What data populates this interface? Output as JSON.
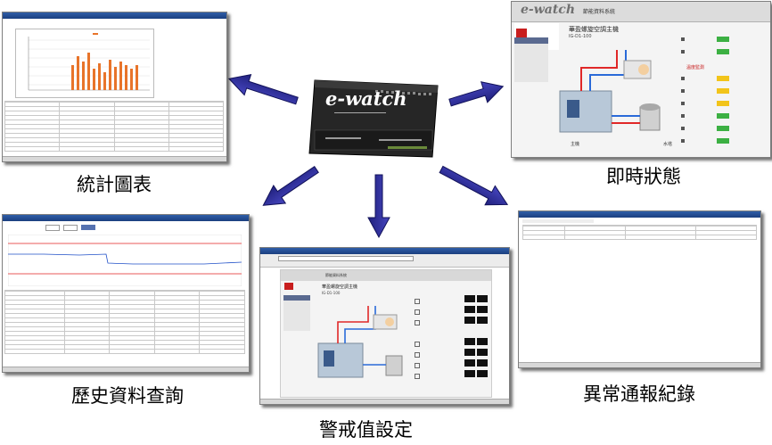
{
  "labels": {
    "stats": "統計圖表",
    "realtime": "即時狀態",
    "history": "歷史資料查詢",
    "alarm_log": "異常通報紀錄",
    "thresholds": "警戒值設定"
  },
  "device": {
    "logo": "e-watch"
  },
  "realtime_panel": {
    "header_logo": "e-watch",
    "header_title": "節能資料系統",
    "device_name": "華盈螺旋空調主機",
    "device_model": "IG-D1-100",
    "section_label": "溫度監測",
    "caption_left": "主機",
    "caption_right": "水塔"
  },
  "threshold_panel": {
    "header_title": "節能資料系統",
    "device_name": "華盈螺旋空調主機",
    "device_model": "IG-D1-100"
  },
  "colors": {
    "arrow_fill": "#2c2c9c",
    "arrow_edge": "#12125a",
    "bar_orange": "#e8742a",
    "line_red": "#e02020",
    "line_blue": "#2050c8",
    "table_head": "#5572b0",
    "pipe_red": "#e02828",
    "pipe_blue": "#2a6ad8",
    "status_green": "#3cb043",
    "status_yellow": "#f2c41a"
  }
}
